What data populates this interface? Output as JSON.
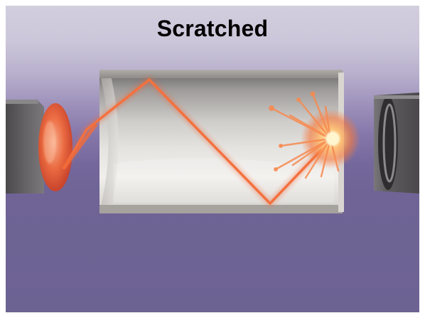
{
  "title": "Scratched",
  "colors": {
    "background_top": "#d2cede",
    "background_bottom": "#6d6393",
    "laser_beam": "#f26b3a",
    "tube_body": "#c9c7c4",
    "emitter_housing": "#5d5a5c"
  },
  "components": [
    {
      "name": "laser-emitter",
      "icon": "laser-source-icon"
    },
    {
      "name": "optical-tube",
      "icon": "cylinder-icon"
    },
    {
      "name": "scratch-scatter",
      "icon": "burst-icon"
    },
    {
      "name": "receiver",
      "icon": "receiver-icon"
    }
  ]
}
